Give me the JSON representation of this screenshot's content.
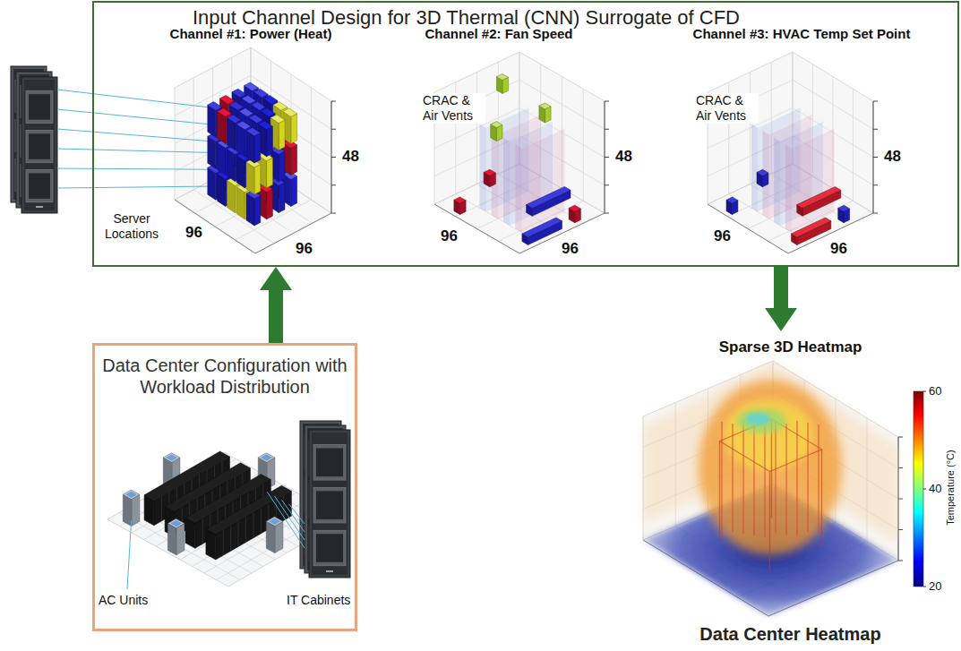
{
  "diagram": {
    "nodes": [
      {
        "text": [
          "Input Channel Design for 3D Thermal (CNN) Surrogate of CFD"
        ]
      },
      {
        "text": [
          "Channel #1: Power (Heat)"
        ],
        "in": 0
      },
      {
        "text": [
          "Channel #2: Fan Speed"
        ],
        "in": 0
      },
      {
        "text": [
          "Channel #3: HVAC Temp Set Point"
        ],
        "in": 0
      },
      {
        "text": [
          "Data Center Configuration with Workload Distribution"
        ]
      },
      {
        "text": [
          "Sparse 3D Heatmap",
          "Data Center Heatmap"
        ]
      }
    ],
    "edges": [
      {
        "from": 4,
        "to": 0,
        "arrow": "to"
      },
      {
        "from": 0,
        "to": 5,
        "arrow": "to"
      }
    ],
    "labels": [
      "Server Locations",
      "96",
      "96",
      "48",
      "CRAC & Air Vents",
      "96",
      "96",
      "48",
      "CRAC & Air Vents",
      "96",
      "96",
      "48",
      "AC Units",
      "IT Cabinets",
      "60",
      "40",
      "20",
      "Temperature (°C)"
    ]
  }
}
